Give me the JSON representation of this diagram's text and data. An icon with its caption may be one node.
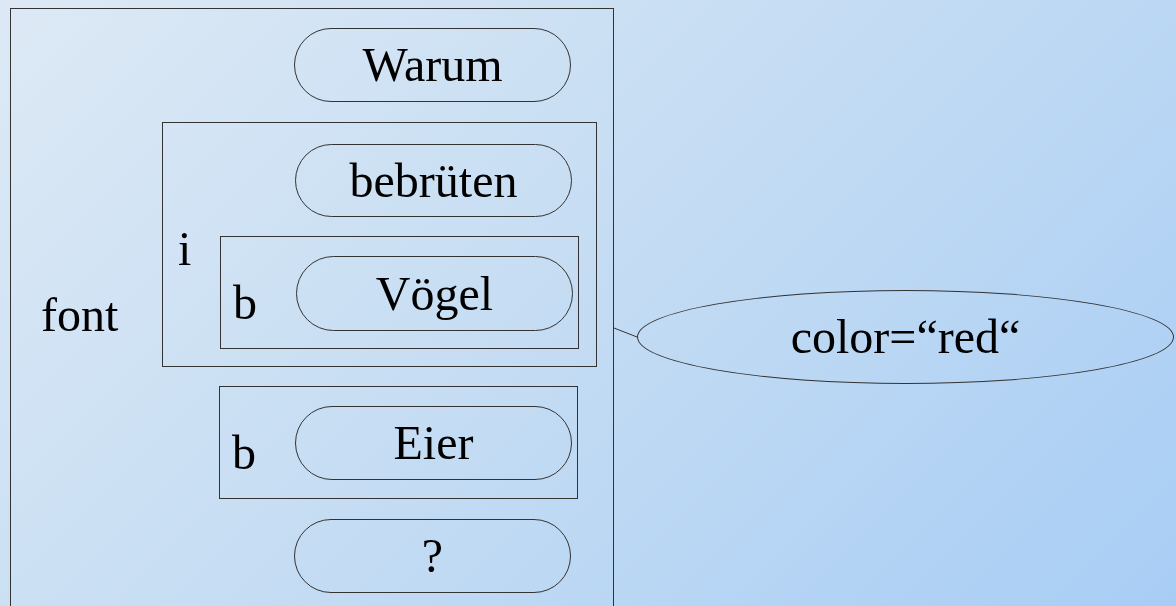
{
  "diagram": {
    "nodes": [
      {
        "text": [
          "font"
        ]
      },
      {
        "text": [
          "Warum"
        ],
        "in": 0
      },
      {
        "text": [
          "i"
        ],
        "in": 0
      },
      {
        "text": [
          "bebrüten"
        ],
        "in": 2
      },
      {
        "text": [
          "b"
        ],
        "in": 2
      },
      {
        "text": [
          "Vögel"
        ],
        "in": 4
      },
      {
        "text": [
          "b"
        ],
        "in": 0
      },
      {
        "text": [
          "Eier"
        ],
        "in": 6
      },
      {
        "text": [
          "?"
        ],
        "in": 0
      },
      {
        "text": [
          "color=“red“"
        ]
      }
    ],
    "edges": [
      {
        "from": 0,
        "to": 9,
        "arrow": "none"
      }
    ]
  }
}
